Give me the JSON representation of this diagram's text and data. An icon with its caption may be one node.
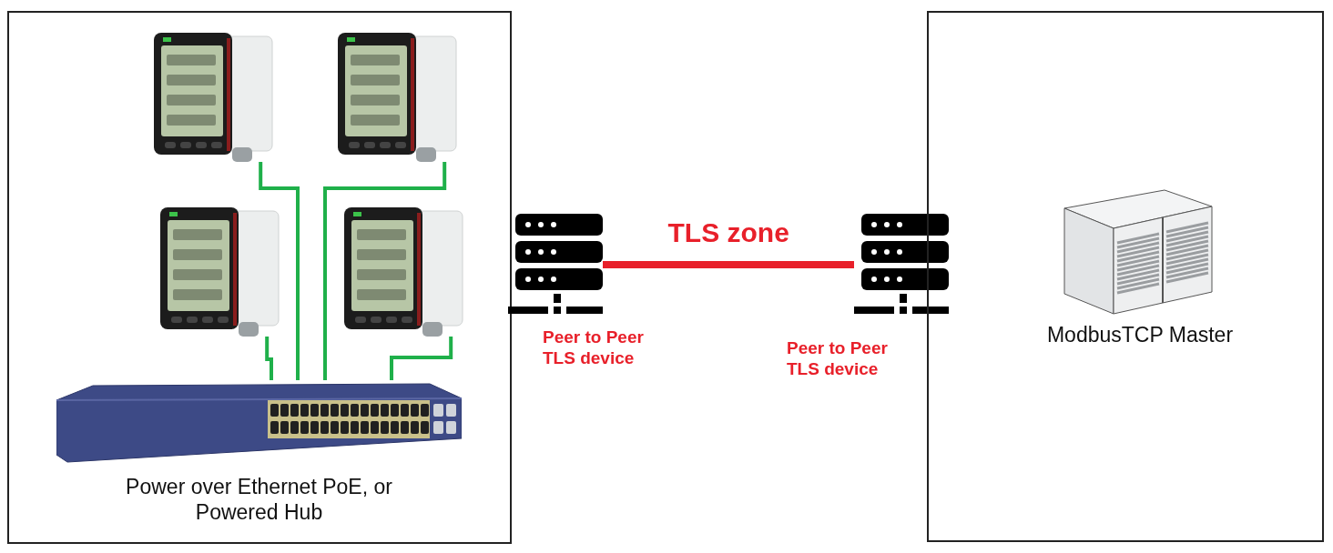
{
  "diagram": {
    "nodes": [
      {
        "text": [],
        "shape": "box"
      },
      {
        "text": [],
        "shape": "picture",
        "in": 0
      },
      {
        "text": [],
        "shape": "picture",
        "in": 0
      },
      {
        "text": [],
        "shape": "picture",
        "in": 0
      },
      {
        "text": [],
        "shape": "picture",
        "in": 0
      },
      {
        "text": [
          "Power over Ethernet PoE, or Powered Hub"
        ],
        "in": 0
      },
      {
        "text": [],
        "shape": "picture",
        "beside": [
          "Peer to Peer TLS device"
        ]
      },
      {
        "text": [],
        "shape": "picture",
        "beside": [
          "Peer to Peer TLS device"
        ]
      },
      {
        "text": [],
        "shape": "box"
      },
      {
        "text": [
          "ModbusTCP Master"
        ],
        "in": 8
      }
    ],
    "edges": [
      {
        "from": 1,
        "to": 5,
        "arrow": "none"
      },
      {
        "from": 2,
        "to": 5,
        "arrow": "none"
      },
      {
        "from": 3,
        "to": 5,
        "arrow": "none"
      },
      {
        "from": 4,
        "to": 5,
        "arrow": "none"
      },
      {
        "from": 6,
        "to": 7,
        "arrow": "none",
        "label": "TLS zone",
        "style": "thick",
        "color": "#e8202a"
      }
    ]
  }
}
